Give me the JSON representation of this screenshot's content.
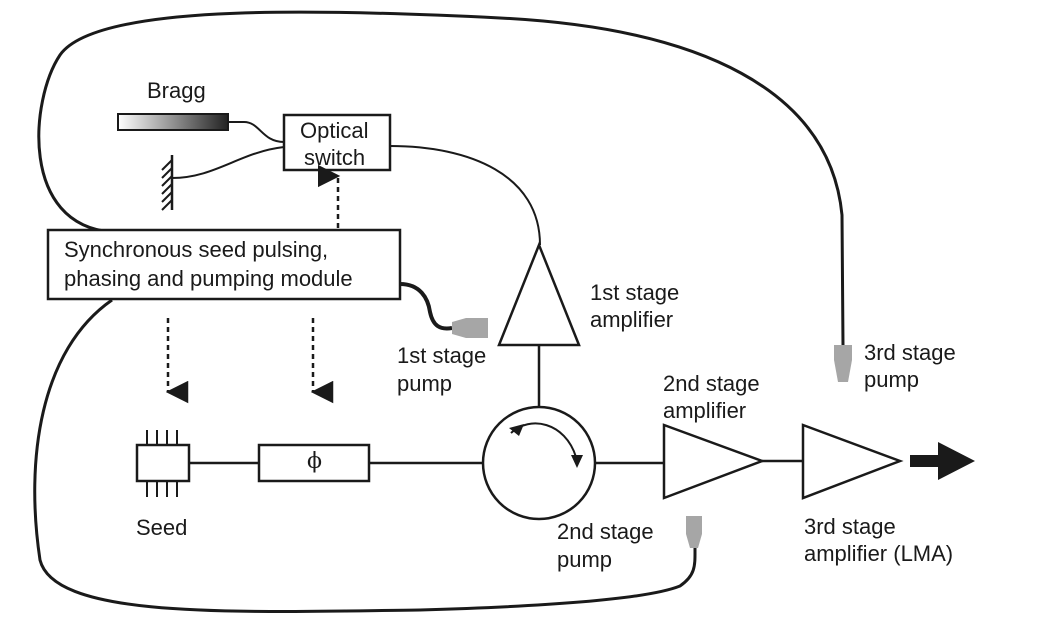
{
  "labels": {
    "bragg": "Bragg",
    "optical_switch_line1": "Optical",
    "optical_switch_line2": "switch",
    "module_line1": "Synchronous seed pulsing,",
    "module_line2": "phasing and pumping module",
    "phase_modulator": "ϕ",
    "seed": "Seed",
    "stage1_pump_line1": "1st stage",
    "stage1_pump_line2": "pump",
    "stage1_amp_line1": "1st stage",
    "stage1_amp_line2": "amplifier",
    "stage2_amp_line1": "2nd stage",
    "stage2_amp_line2": "amplifier",
    "stage2_pump_line1": "2nd stage",
    "stage2_pump_line2": "pump",
    "stage3_pump_line1": "3rd stage",
    "stage3_pump_line2": "pump",
    "stage3_amp_line1": "3rd stage",
    "stage3_amp_line2": "amplifier (LMA)"
  },
  "colors": {
    "ink": "#1a1a1a",
    "pump_grey": "#a6a6a6"
  }
}
